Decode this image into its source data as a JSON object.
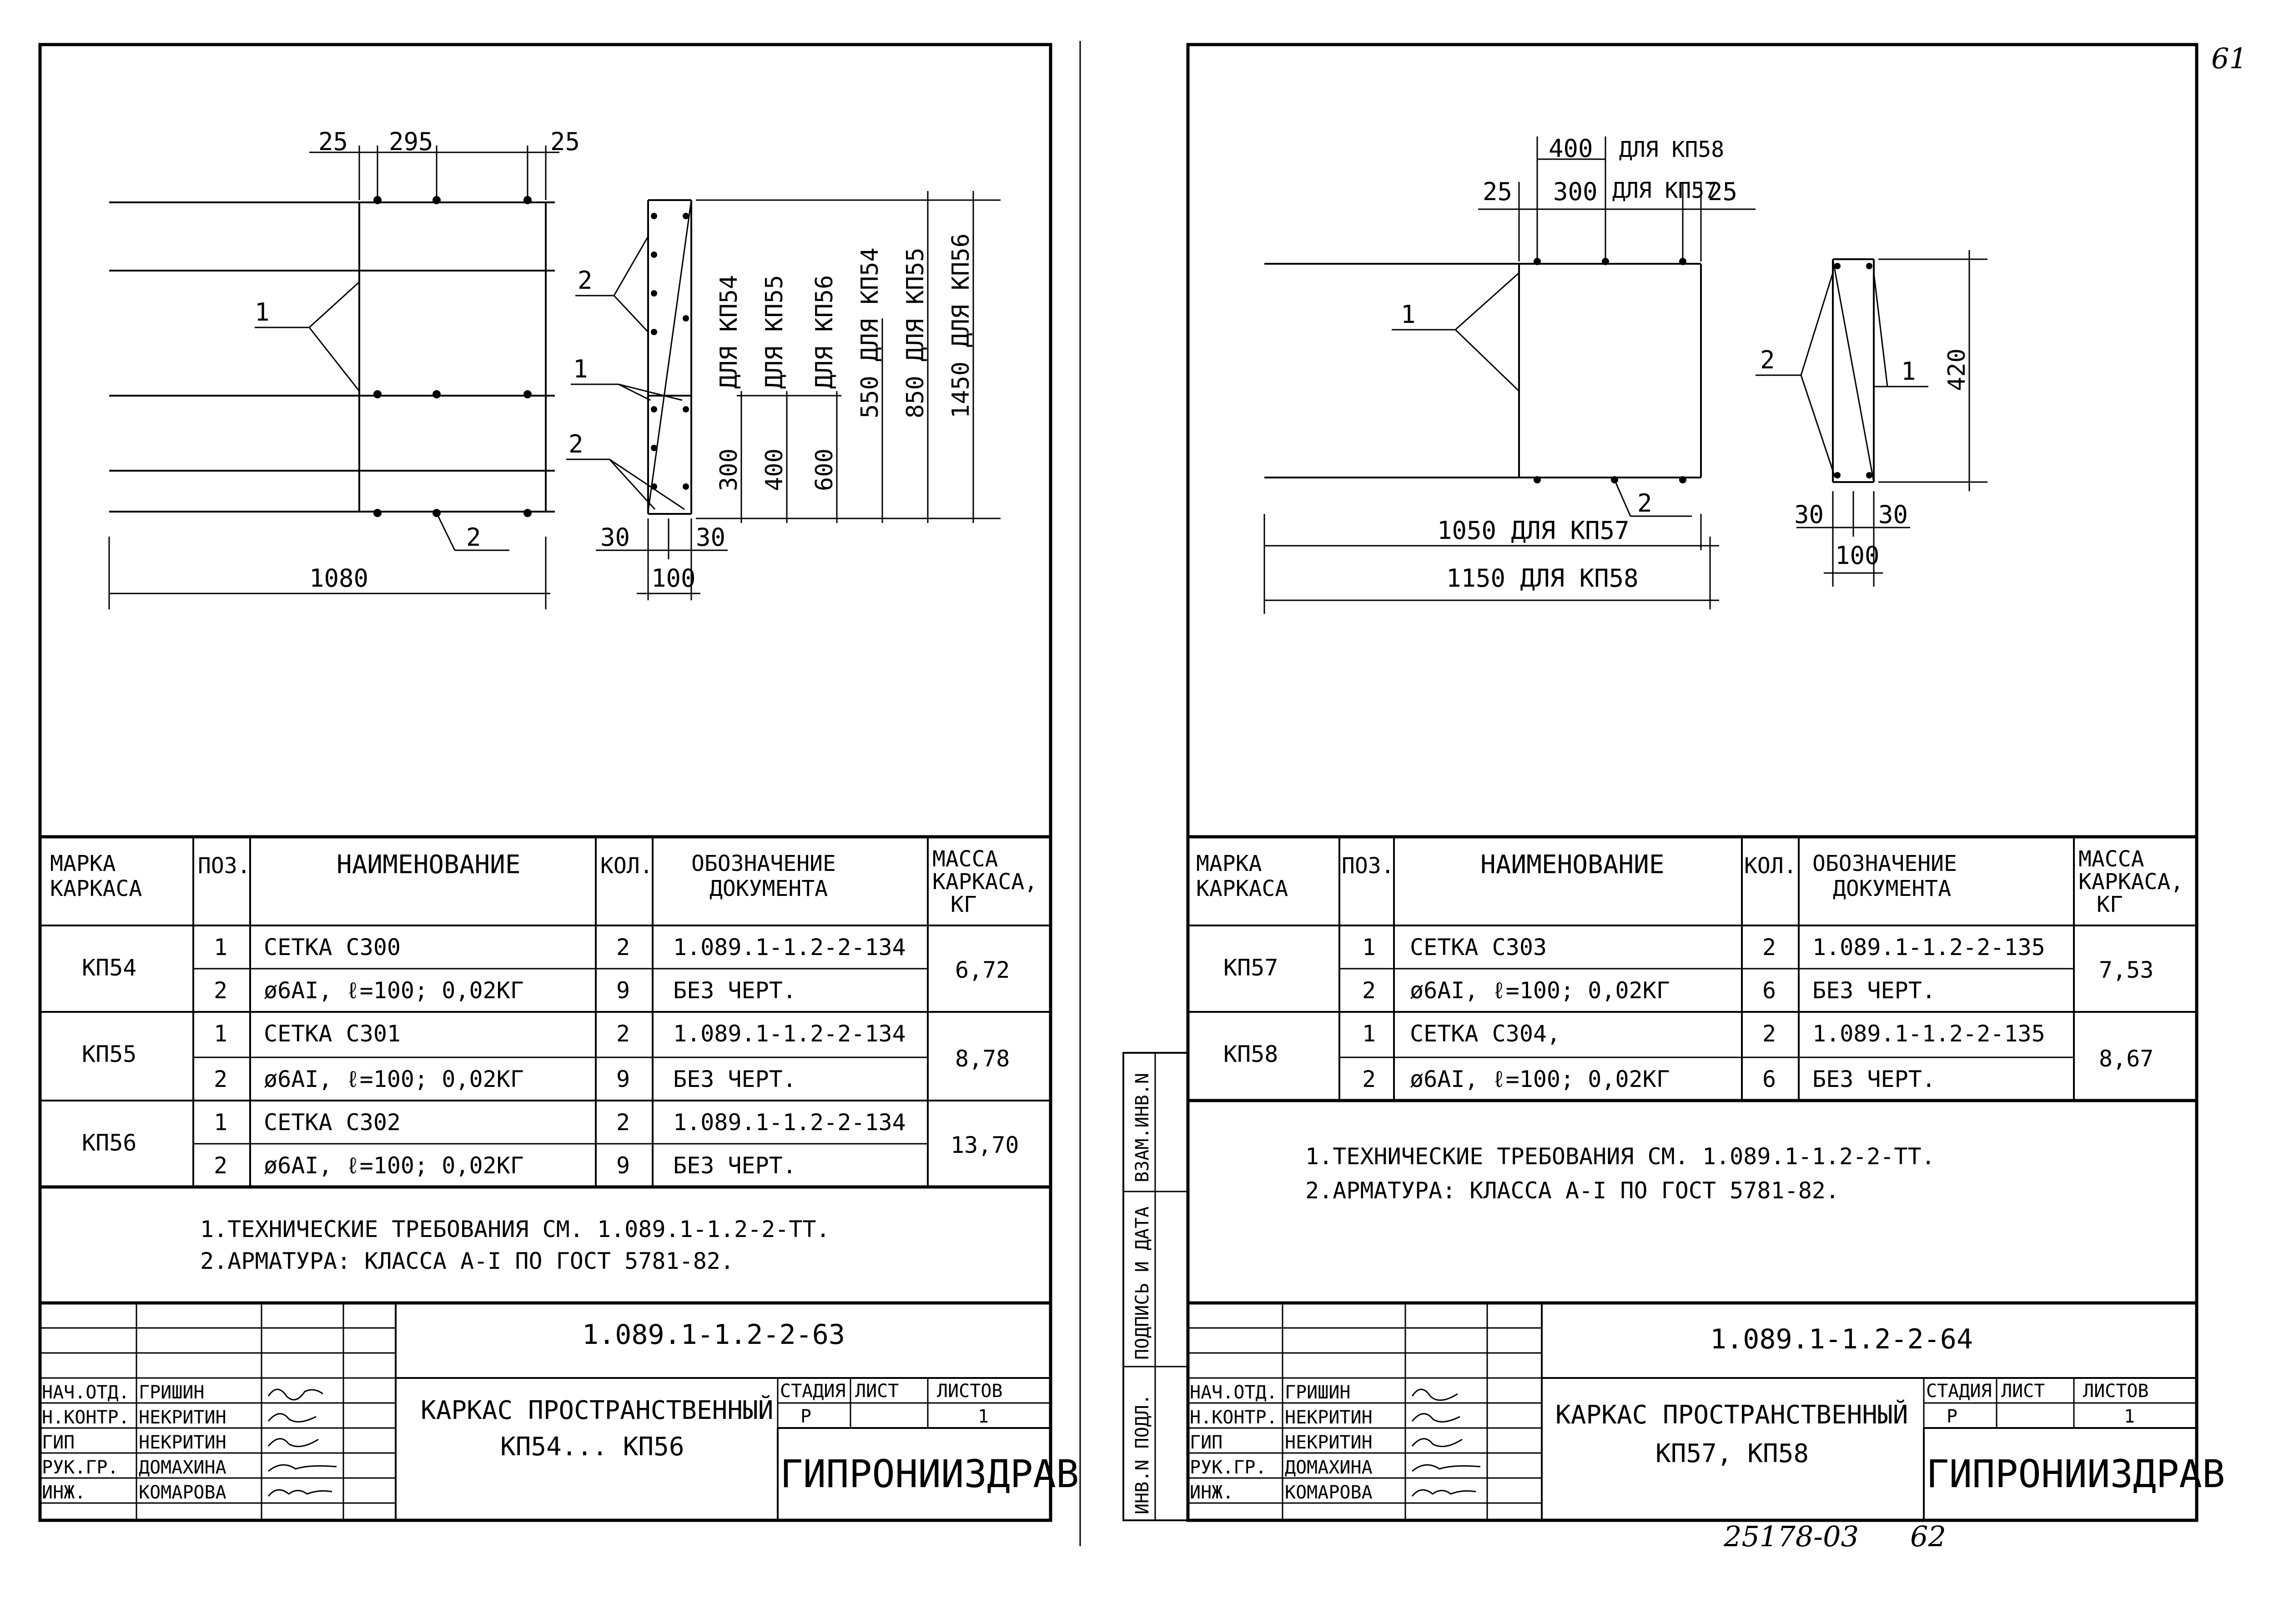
{
  "page_number": "61",
  "archive_number": "25178-03",
  "archive_sheet": "62",
  "sheet_left": {
    "dims": {
      "d25a": "25",
      "d295": "295",
      "d25b": "25",
      "d1080": "1080",
      "d30a": "30",
      "d30b": "30",
      "d100": "100",
      "d300": "300",
      "d400": "400",
      "d600": "600",
      "kp54": "ДЛЯ КП54",
      "kp55": "ДЛЯ КП55",
      "kp56": "ДЛЯ КП56",
      "h550": "550 ДЛЯ КП54",
      "h850": "850 ДЛЯ КП55",
      "h1450": "1450 ДЛЯ КП56"
    },
    "callouts": {
      "p1": "1",
      "p2": "2",
      "s2a": "2",
      "s1": "1",
      "s2b": "2"
    },
    "spec": {
      "headers": {
        "mark": "МАРКА КАРКАСА",
        "mark1": "МАРКА",
        "mark2": "КАРКАСА",
        "pos": "ПОЗ.",
        "name": "НАИМЕНОВАНИЕ",
        "qty": "КОЛ.",
        "doc1": "ОБОЗНАЧЕНИЕ",
        "doc2": "ДОКУМЕНТА",
        "mass1": "МАССА",
        "mass2": "КАРКАСА,",
        "mass3": "КГ"
      },
      "rows": [
        {
          "mark": "КП54",
          "mass": "6,72",
          "items": [
            {
              "pos": "1",
              "name": "СЕТКА  С300",
              "qty": "2",
              "doc": "1.089.1-1.2-2-134"
            },
            {
              "pos": "2",
              "name": "ø6АI,  ℓ=100; 0,02КГ",
              "qty": "9",
              "doc": "БЕЗ ЧЕРТ."
            }
          ]
        },
        {
          "mark": "КП55",
          "mass": "8,78",
          "items": [
            {
              "pos": "1",
              "name": "СЕТКА  С301",
              "qty": "2",
              "doc": "1.089.1-1.2-2-134"
            },
            {
              "pos": "2",
              "name": "ø6АI,  ℓ=100; 0,02КГ",
              "qty": "9",
              "doc": "БЕЗ ЧЕРТ."
            }
          ]
        },
        {
          "mark": "КП56",
          "mass": "13,70",
          "items": [
            {
              "pos": "1",
              "name": "СЕТКА  С302",
              "qty": "2",
              "doc": "1.089.1-1.2-2-134"
            },
            {
              "pos": "2",
              "name": "ø6АI, ℓ=100; 0,02КГ",
              "qty": "9",
              "doc": "БЕЗ ЧЕРТ."
            }
          ]
        }
      ]
    },
    "notes": [
      "1.ТЕХНИЧЕСКИЕ  ТРЕБОВАНИЯ  СМ. 1.089.1-1.2-2-ТТ.",
      "2.АРМАТУРА:  КЛАССА  А-I  ПО  ГОСТ  5781-82."
    ],
    "stamp": {
      "code": "1.089.1-1.2-2-63",
      "title1": "КАРКАС  ПРОСТРАНСТВЕННЫЙ",
      "title2": "КП54... КП56",
      "stage_label": "СТАДИЯ",
      "sheet_label": "ЛИСТ",
      "sheets_label": "ЛИСТОВ",
      "stage": "Р",
      "sheets": "1",
      "org": "ГИПРОНИИЗДРАВ",
      "people": [
        {
          "role": "НАЧ.ОТД.",
          "name": "ГРИШИН"
        },
        {
          "role": "Н.КОНТР.",
          "name": "НЕКРИТИН"
        },
        {
          "role": "ГИП",
          "name": "НЕКРИТИН"
        },
        {
          "role": "РУК.ГР.",
          "name": "ДОМАХИНА"
        },
        {
          "role": "ИНЖ.",
          "name": "КОМАРОВА"
        }
      ]
    }
  },
  "sheet_right": {
    "dims": {
      "d25a": "25",
      "d300": "300",
      "d25b": "25",
      "d400": "400",
      "kp58": "ДЛЯ КП58",
      "kp57": "ДЛЯ КП57",
      "w1050": "1050 ДЛЯ КП57",
      "w1150": "1150 ДЛЯ КП58",
      "h420": "420",
      "d30a": "30",
      "d30b": "30",
      "d100": "100"
    },
    "callouts": {
      "p1": "1",
      "p2": "2",
      "s2": "2",
      "s1": "1"
    },
    "spec": {
      "rows": [
        {
          "mark": "КП57",
          "mass": "7,53",
          "items": [
            {
              "pos": "1",
              "name": "СЕТКА  С303",
              "qty": "2",
              "doc": "1.089.1-1.2-2-135"
            },
            {
              "pos": "2",
              "name": "ø6АI,  ℓ=100; 0,02КГ",
              "qty": "6",
              "doc": "БЕЗ ЧЕРТ."
            }
          ]
        },
        {
          "mark": "КП58",
          "mass": "8,67",
          "items": [
            {
              "pos": "1",
              "name": "СЕТКА  С304,",
              "qty": "2",
              "doc": "1.089.1-1.2-2-135"
            },
            {
              "pos": "2",
              "name": "ø6АI,  ℓ=100; 0,02КГ",
              "qty": "6",
              "doc": "БЕЗ ЧЕРТ."
            }
          ]
        }
      ]
    },
    "notes": [
      "1.ТЕХНИЧЕСКИЕ  ТРЕБОВАНИЯ  СМ. 1.089.1-1.2-2-ТТ.",
      "2.АРМАТУРА:  КЛАССА  А-I  ПО  ГОСТ  5781-82."
    ],
    "side_labels": [
      "ИНВ.N ПОДЛ.",
      "ПОДПИСЬ И ДАТА",
      "ВЗАМ.ИНВ.N"
    ],
    "stamp": {
      "code": "1.089.1-1.2-2-64",
      "title1": "КАРКАС  ПРОСТРАНСТВЕННЫЙ",
      "title2": "КП57, КП58",
      "stage_label": "СТАДИЯ",
      "sheet_label": "ЛИСТ",
      "sheets_label": "ЛИСТОВ",
      "stage": "Р",
      "sheets": "1",
      "org": "ГИПРОНИИЗДРАВ",
      "people": [
        {
          "role": "НАЧ.ОТД.",
          "name": "ГРИШИН"
        },
        {
          "role": "Н.КОНТР.",
          "name": "НЕКРИТИН"
        },
        {
          "role": "ГИП",
          "name": "НЕКРИТИН"
        },
        {
          "role": "РУК.ГР.",
          "name": "ДОМАХИНА"
        },
        {
          "role": "ИНЖ.",
          "name": "КОМАРОВА"
        }
      ]
    }
  }
}
